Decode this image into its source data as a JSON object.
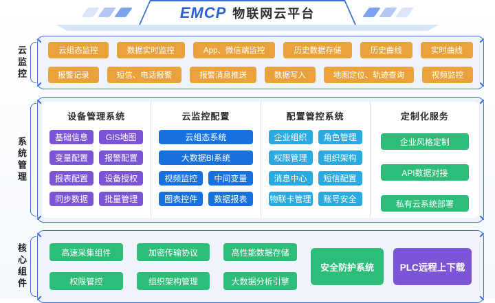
{
  "header": {
    "logo": "EMCP",
    "title": "物联网云平台"
  },
  "sections": {
    "monitor": {
      "label": "云监控",
      "rows": [
        [
          "云组态监控",
          "数据实时监控",
          "App、微信端监控",
          "历史数据存储",
          "历史曲线",
          "实时曲线"
        ],
        [
          "报警记录",
          "短信、电话报警",
          "报警消息推送",
          "数据写入",
          "地图定位、轨迹查询",
          "视频监控"
        ]
      ]
    },
    "system": {
      "label": "系统管理",
      "columns": [
        {
          "title": "设备管理系统",
          "buttons": [
            "基础信息",
            "GIS地图",
            "变量配置",
            "报警配置",
            "报表配置",
            "设备授权",
            "同步数据",
            "批量管理"
          ]
        },
        {
          "title": "云监控配置",
          "buttons": [
            "云组态系统",
            "大数据BI系统",
            "视频监控",
            "中间变量",
            "图表控件",
            "数据报表"
          ]
        },
        {
          "title": "配置管控系统",
          "buttons": [
            "企业组织",
            "角色管理",
            "权限管理",
            "组织架构",
            "消息中心",
            "短信配置",
            "物联卡管理",
            "账号安全"
          ]
        },
        {
          "title": "定制化服务",
          "buttons": [
            "企业风格定制",
            "API数据对接",
            "私有云系统部署"
          ]
        }
      ]
    },
    "core": {
      "label": "核心组件",
      "rows": [
        [
          "高速采集组件",
          "加密传输协议",
          "高性能数据存储"
        ],
        [
          "权限管控",
          "组织架构管理",
          "大数据分析引擎"
        ]
      ],
      "big": [
        "安全防护系统",
        "PLC远程上下载"
      ]
    }
  },
  "colors": {
    "orange": "#E9A23C",
    "purple": "#7C55D6",
    "blue": "#1772DF",
    "cyan": "#2BA9E1",
    "green": "#2CBD78",
    "frame": "#3E6FD5",
    "boxFill": "#EFF4FB"
  }
}
